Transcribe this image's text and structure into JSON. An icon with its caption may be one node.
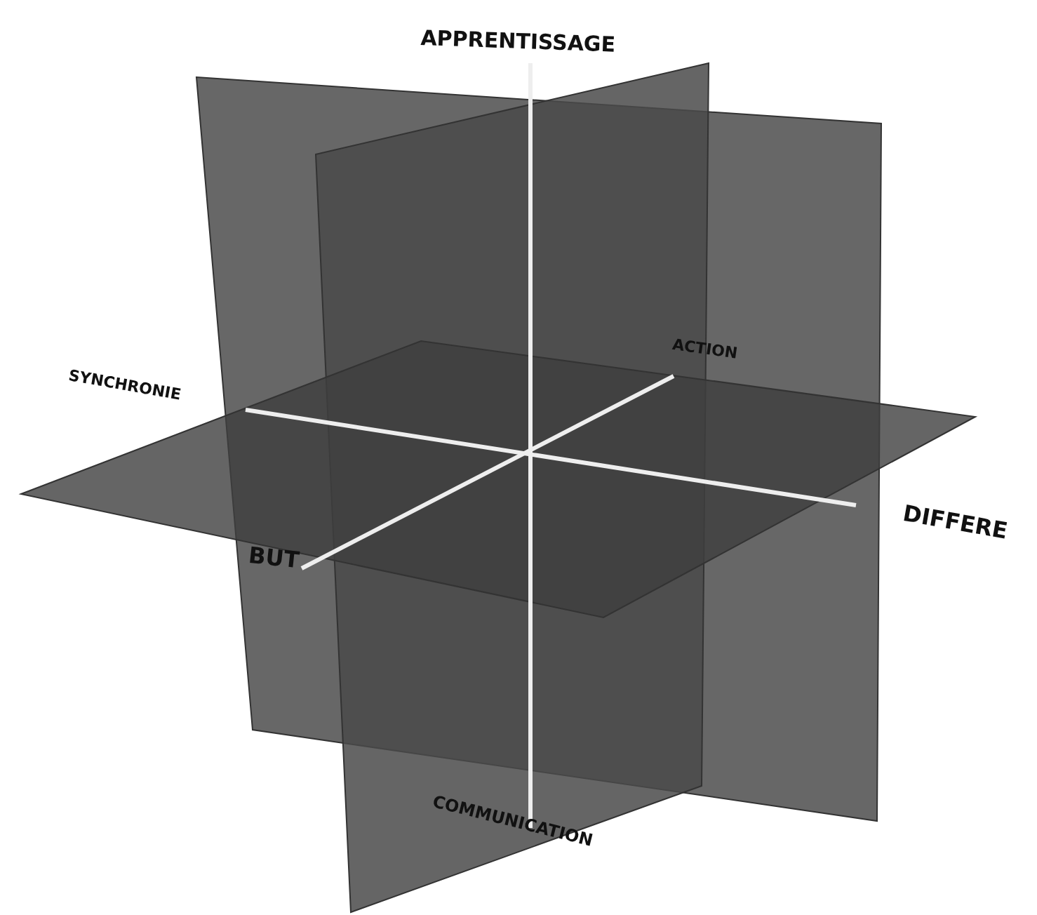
{
  "diagram": {
    "labels": [
      "APPRENTISSAGE",
      "ACTION",
      "SYNCHRONIE",
      "DIFFERE",
      "BUT",
      "COMMUNICATION"
    ]
  }
}
